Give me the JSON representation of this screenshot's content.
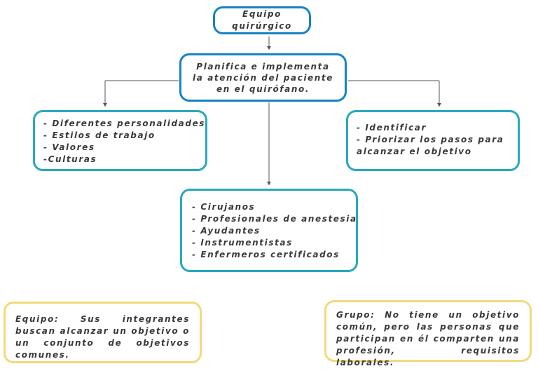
{
  "title": "Equipo quirúrgico",
  "main": "Planifica e implementa la atención del paciente en el quirófano.",
  "left_items": [
    "- Diferentes personalidades",
    "- Estilos de trabajo",
    "- Valores",
    "-Culturas"
  ],
  "right_items": [
    "- Identificar",
    "- Priorizar los pasos para alcanzar el objetivo"
  ],
  "center_items": [
    "- Cirujanos",
    "- Profesionales de anestesia",
    "- Ayudantes",
    "- Instrumentistas",
    "- Enfermeros certificados"
  ],
  "note_left": "Equipo: Sus integrantes buscan alcanzar un objetivo o un conjunto de objetivos comunes.",
  "note_right": "Grupo: No tiene un objetivo común, pero las personas que participan en él comparten una profesión, requisitos laborales.",
  "colors": {
    "title_border": "#1683c4",
    "list_border": "#27a9bb",
    "note_border": "#f4d97a"
  }
}
